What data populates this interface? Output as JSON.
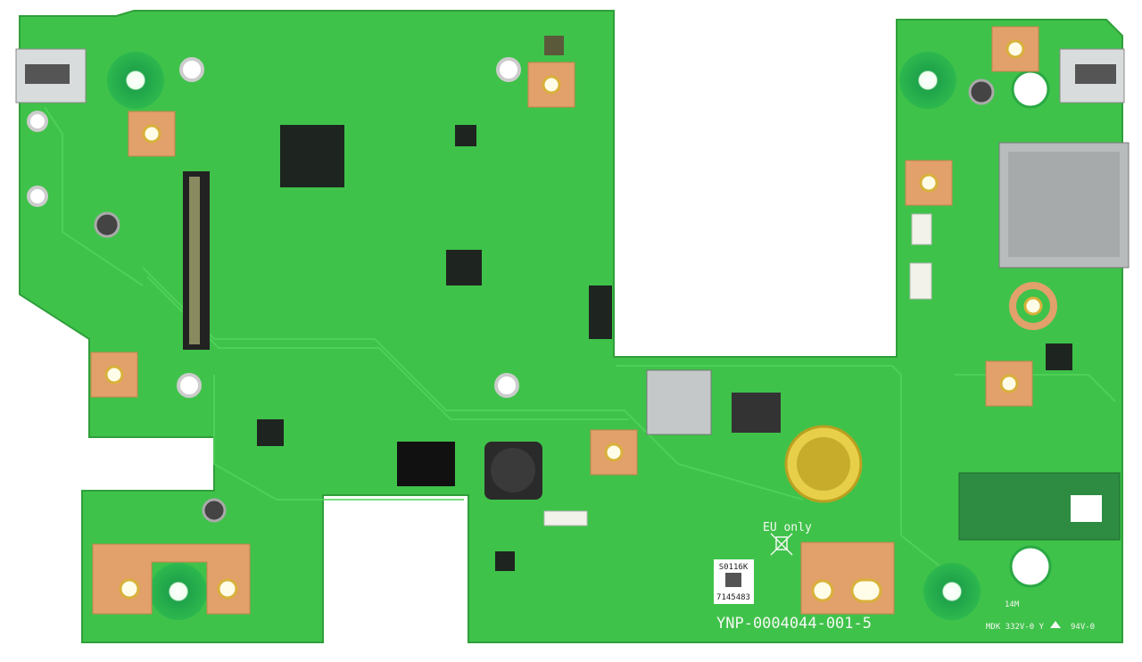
{
  "board": {
    "part_number": "YNP-0004044-001-5",
    "eu_marking": "EU only",
    "label_top": "S0116K",
    "label_bottom": "7145483",
    "ul_marking": "MDK 332V-0 Y",
    "flammability": "94V-0",
    "date_code": "14M",
    "colors": {
      "solder_mask": "#3fc24a",
      "copper_pad": "#e2a06a",
      "silkscreen": "#f4f8f2",
      "ic_package": "#1e2420"
    }
  }
}
